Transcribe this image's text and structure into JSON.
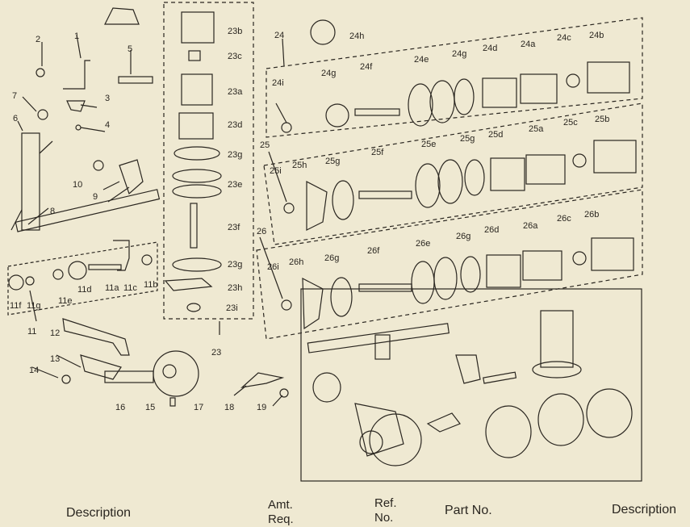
{
  "diagram": {
    "labels": {
      "l1": "1",
      "l2": "2",
      "l3": "3",
      "l4": "4",
      "l5": "5",
      "l6": "6",
      "l7": "7",
      "l8": "8",
      "l9": "9",
      "l10": "10",
      "l11": "11",
      "l11a": "11a",
      "l11b": "11b",
      "l11c": "11c",
      "l11d": "11d",
      "l11e": "11e",
      "l11f": "11f",
      "l11g": "11g",
      "l12": "12",
      "l13": "13",
      "l14": "14",
      "l15": "15",
      "l16": "16",
      "l17": "17",
      "l18": "18",
      "l19": "19",
      "l23": "23",
      "l23a": "23a",
      "l23b": "23b",
      "l23c": "23c",
      "l23d": "23d",
      "l23e": "23e",
      "l23f": "23f",
      "l23g1": "23g",
      "l23g2": "23g",
      "l23h": "23h",
      "l23i": "23i",
      "l24": "24",
      "l24a": "24a",
      "l24b": "24b",
      "l24c": "24c",
      "l24d": "24d",
      "l24e": "24e",
      "l24f": "24f",
      "l24g1": "24g",
      "l24g2": "24g",
      "l24h": "24h",
      "l24i": "24i",
      "l25": "25",
      "l25a": "25a",
      "l25b": "25b",
      "l25c": "25c",
      "l25d": "25d",
      "l25e": "25e",
      "l25f": "25f",
      "l25g1": "25g",
      "l25g2": "25g",
      "l25h": "25h",
      "l25i": "25i",
      "l26": "26",
      "l26a": "26a",
      "l26b": "26b",
      "l26c": "26c",
      "l26d": "26d",
      "l26e": "26e",
      "l26f": "26f",
      "l26g1": "26g",
      "l26g2": "26g",
      "l26h": "26h",
      "l26i": "26i"
    }
  },
  "table_header": {
    "description_left": "Description",
    "amt_line1": "Amt.",
    "amt_line2": "Req.",
    "ref_line1": "Ref.",
    "ref_line2": "No.",
    "part_no": "Part No.",
    "description_right": "Description"
  },
  "colors": {
    "paper": "#efe9d2",
    "ink": "#2a2620"
  }
}
